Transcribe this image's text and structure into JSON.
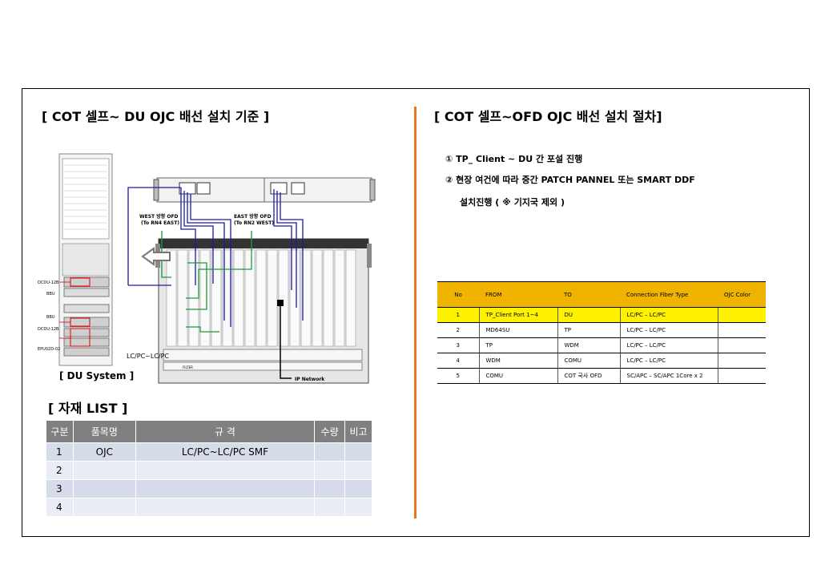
{
  "left": {
    "title": "[ COT 셀프~ DU OJC 배선 설치 기준 ]",
    "diagram_labels": {
      "west": "WEST 방향 OFD",
      "west_sub": "(To RN4 EAST)",
      "east": "EAST 방향 OFD",
      "east_sub": "(To RN2 WEST)",
      "dcdu_top": "DCDU-12B",
      "bbu_top": "BBU",
      "bbu_bottom": "BBU",
      "dcdu_bottom": "DCDU-12B",
      "epu": "EPU02D-02",
      "lc": "LC/PC~LC/PC",
      "filter": "FILTER",
      "ip": "IP Network"
    },
    "du_caption": "[ DU System ]",
    "list_title": "[ 자재 LIST ]",
    "materials": {
      "headers": [
        "구분",
        "품목명",
        "규 격",
        "수량",
        "비고"
      ],
      "rows": [
        [
          "1",
          "OJC",
          "LC/PC~LC/PC SMF",
          "",
          ""
        ],
        [
          "2",
          "",
          "",
          "",
          ""
        ],
        [
          "3",
          "",
          "",
          "",
          ""
        ],
        [
          "4",
          "",
          "",
          "",
          ""
        ]
      ]
    }
  },
  "right": {
    "title": "[ COT 셀프~OFD OJC 배선 설치 절차]",
    "steps": [
      "① TP_ Client ~ DU 간 포설 진행",
      "② 현장 여건에 따라 중간 PATCH PANNEL 또는 SMART DDF",
      "설치진행 ( ※ 기지국 제외 )"
    ],
    "connections": {
      "headers": [
        "No",
        "FROM",
        "TO",
        "Connection Fiber Type",
        "OJC Color"
      ],
      "rows": [
        [
          "1",
          "TP_Client Port 1~4",
          "DU",
          "LC/PC – LC/PC",
          ""
        ],
        [
          "2",
          "MD64SU",
          "TP",
          "LC/PC – LC/PC",
          ""
        ],
        [
          "3",
          "TP",
          "WDM",
          "LC/PC – LC/PC",
          ""
        ],
        [
          "4",
          "WDM",
          "COMU",
          "LC/PC – LC/PC",
          ""
        ],
        [
          "5",
          "COMU",
          "COT 국사 OFD",
          "SC/APC – SC/APC 1Core x 2",
          ""
        ]
      ]
    }
  },
  "colors": {
    "accent_orange": "#e87722",
    "highlight_yellow": "#fff200",
    "header_gold": "#f0b400",
    "fiber_blue": "#1a1aa8",
    "fiber_green": "#1a9a3a"
  }
}
